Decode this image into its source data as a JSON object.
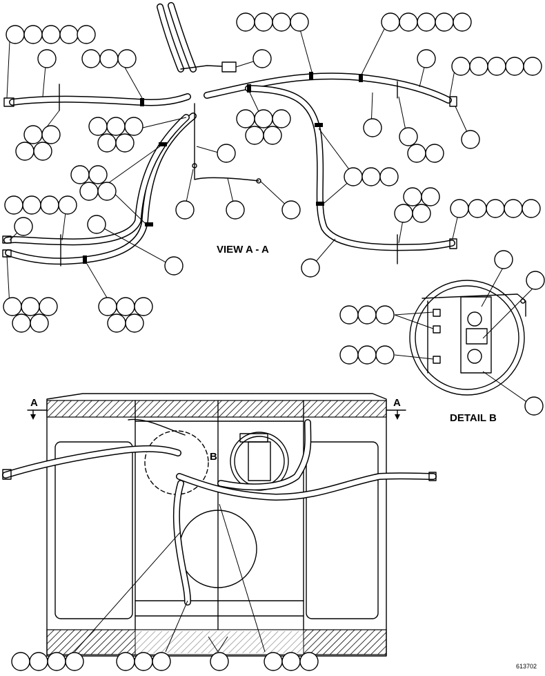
{
  "view_label": "VIEW A - A",
  "detail_label": "DETAIL B",
  "section_marker": "A",
  "detail_marker": "B",
  "figure_code": "613702",
  "colors": {
    "ink": "#000000",
    "paper": "#ffffff",
    "hatch": "#000000"
  }
}
